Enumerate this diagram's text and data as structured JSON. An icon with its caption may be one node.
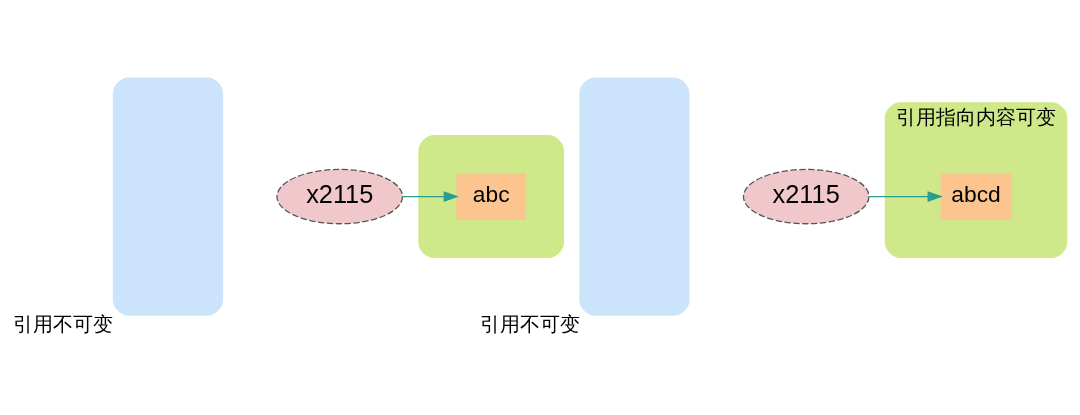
{
  "diagram": {
    "nodes": [
      {
        "text": [],
        "shape": "box",
        "beside": [
          "引用不可变"
        ]
      },
      {
        "text": [],
        "shape": "box"
      },
      {
        "text": [
          "abc"
        ],
        "in": 1
      },
      {
        "text": [
          "x2115"
        ]
      },
      {
        "text": [],
        "shape": "box",
        "beside": [
          "引用不可变"
        ]
      },
      {
        "text": [
          "引用指向内容可变"
        ]
      },
      {
        "text": [
          "abcd"
        ],
        "in": 5
      },
      {
        "text": [
          "x2115"
        ]
      }
    ],
    "edges": [
      {
        "from": 3,
        "to": 2,
        "arrow": "to"
      },
      {
        "from": 7,
        "to": 6,
        "arrow": "to"
      }
    ]
  }
}
